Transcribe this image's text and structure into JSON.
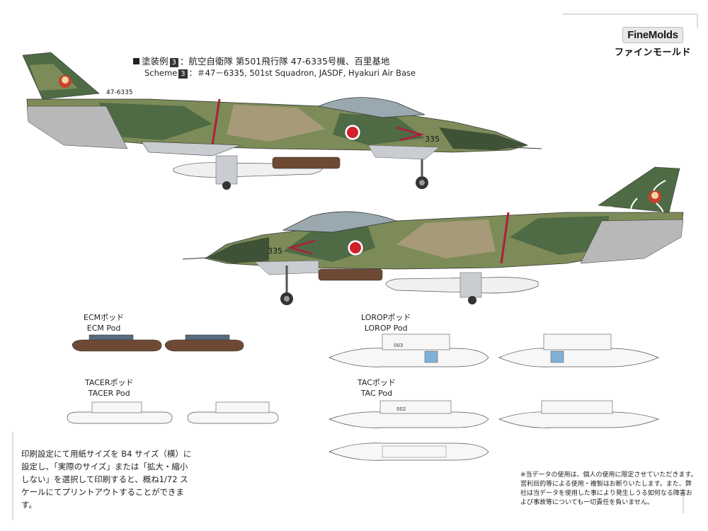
{
  "brand": {
    "name_en": "FineMolds",
    "name_jp": "ファインモールド"
  },
  "scheme": {
    "jp_prefix": "塗装例",
    "number": "3",
    "jp_text": "：航空自衛隊 第501飛行隊 47-6335号機、百里基地",
    "en_prefix": "Scheme",
    "en_text": "：＃47－6335, 501st Squadron, JASDF, Hyakuri Air Base"
  },
  "aircraft": {
    "tail_number": "47-6335",
    "nose_number": "335",
    "nose_number_right": "335"
  },
  "pods": [
    {
      "jp": "ECMポッド",
      "en": "ECM Pod"
    },
    {
      "jp": "LOROPポッド",
      "en": "LOROP Pod"
    },
    {
      "jp": "TACERポッド",
      "en": "TACER Pod"
    },
    {
      "jp": "TACポッド",
      "en": "TAC Pod"
    }
  ],
  "pod_marks": {
    "lorop": "003",
    "tac": "002"
  },
  "note_left": "印刷設定にて用紙サイズを B4 サイズ（横）に設定し、「実際のサイズ」または「拡大・縮小しない」を選択して印刷すると、概ね1/72 スケールにてプリントアウトすることができます。",
  "note_right": "※当データの使用は、個人の使用に限定させていただきます。営利目的等による使用・複製はお断りいたします。また、弊社は当データを使用した事により発生しうる如何なる障害および事故等についても一切責任を負いません。",
  "colors": {
    "dark_green": "#4f6b45",
    "olive": "#7d8b58",
    "tan": "#a69a78",
    "light_gray": "#c9cdd2",
    "hinomaru": "#d21f2a",
    "pod_brown": "#6e4a35"
  }
}
